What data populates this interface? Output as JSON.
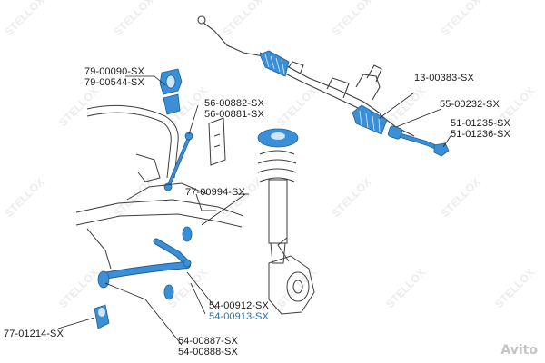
{
  "labels": {
    "l1": "79-00090-SX",
    "l2": "79-00544-SX",
    "l3": "56-00882-SX",
    "l4": "56-00881-SX",
    "l5": "13-00383-SX",
    "l6": "55-00232-SX",
    "l7": "51-01235-SX",
    "l8": "51-01236-SX",
    "l9": "77-00994-SX",
    "l10": "54-00912-SX",
    "l11": "54-00913-SX",
    "l12": "77-01214-SX",
    "l13": "54-00887-SX",
    "l14": "54-00888-SX"
  },
  "watermark_text": "STELLOX",
  "corner_logo": "Avito",
  "colors": {
    "outline": "#3d3d3d",
    "highlight_part": "#3a8fd6",
    "highlight_label": "#1a6fc2",
    "leader_line": "#1e1e1e"
  }
}
